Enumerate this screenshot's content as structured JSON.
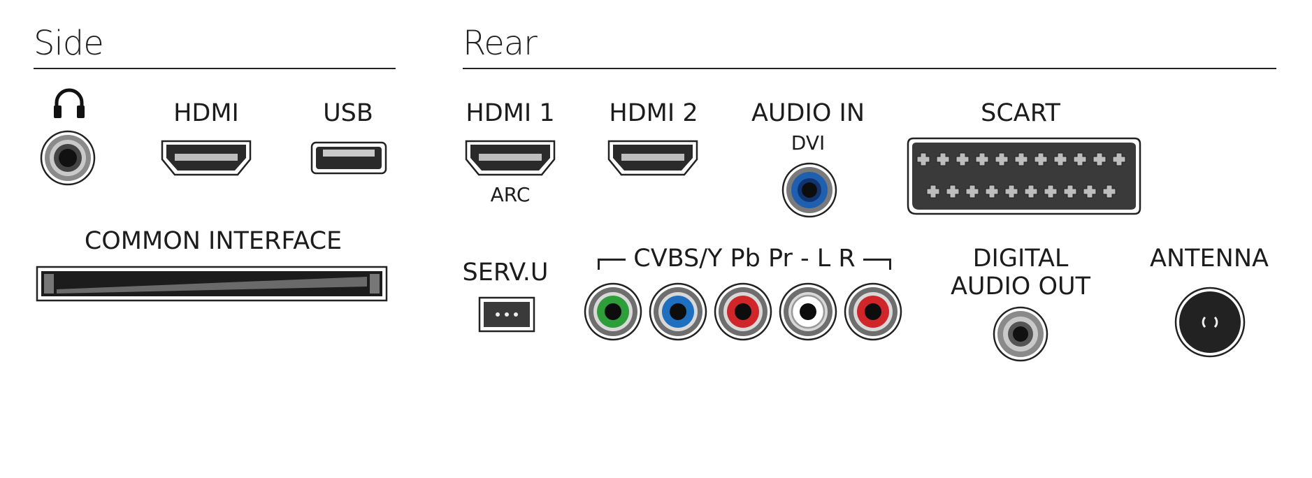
{
  "sections": {
    "side": {
      "title": "Side"
    },
    "rear": {
      "title": "Rear"
    }
  },
  "side": {
    "headphone": {
      "icon": "headphones-icon"
    },
    "hdmi": {
      "label": "HDMI"
    },
    "usb": {
      "label": "USB"
    },
    "common_interface": {
      "label": "COMMON INTERFACE"
    }
  },
  "rear": {
    "hdmi1": {
      "label": "HDMI 1",
      "sub": "ARC"
    },
    "hdmi2": {
      "label": "HDMI 2"
    },
    "audio_in": {
      "label": "AUDIO IN",
      "sub": "DVI",
      "jack_color": "#1f5fb0"
    },
    "scart": {
      "label": "SCART"
    },
    "serv_u": {
      "label": "SERV.U"
    },
    "cvbs": {
      "label": "CVBS/Y Pb Pr - L R",
      "jacks": [
        {
          "signal": "Y",
          "color": "#2e9e3a"
        },
        {
          "signal": "Pb",
          "color": "#1f6fc0"
        },
        {
          "signal": "Pr",
          "color": "#d0262a"
        },
        {
          "signal": "L",
          "color": "#ffffff"
        },
        {
          "signal": "R",
          "color": "#d0262a"
        }
      ]
    },
    "digital_audio_out": {
      "line1": "DIGITAL",
      "line2": "AUDIO OUT"
    },
    "antenna": {
      "label": "ANTENNA"
    }
  }
}
